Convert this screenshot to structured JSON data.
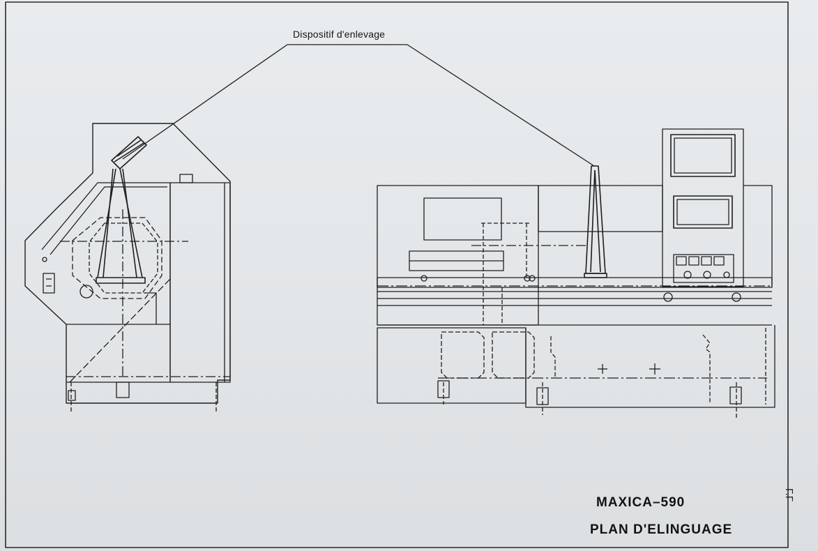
{
  "callout": {
    "label": "Dispositif d'enlevage"
  },
  "title_block": {
    "model": "MAXICA–590",
    "subtitle": "PLAN D'ELINGUAGE"
  },
  "page_ref": "Γ.Γ",
  "colors": {
    "paper": "#e6e9eb",
    "ink": "#1a1a1a"
  }
}
